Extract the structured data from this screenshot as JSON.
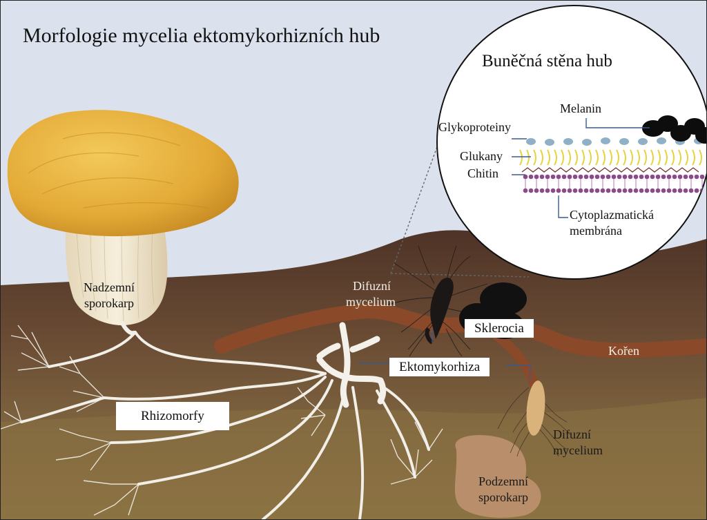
{
  "title": "Morfologie mycelia ektomykorhizních hub",
  "inset": {
    "title": "Buněčná stěna hub",
    "labels": {
      "melanin": "Melanin",
      "glycoproteins": "Glykoproteiny",
      "glucans": "Glukany",
      "chitin": "Chitin",
      "membrane_line1": "Cytoplazmatická",
      "membrane_line2": "membrána"
    }
  },
  "labels": {
    "aboveground_line1": "Nadzemní",
    "aboveground_line2": "sporokarp",
    "diffuse_top_line1": "Difuzní",
    "diffuse_top_line2": "mycelium",
    "sclerotia": "Sklerocia",
    "root": "Kořen",
    "ectomycorrhiza": "Ektomykorhiza",
    "rhizomorphs": "Rhizomorfy",
    "diffuse_bottom_line1": "Difuzní",
    "diffuse_bottom_line2": "mycelium",
    "underground_line1": "Podzemní",
    "underground_line2": "sporokarp"
  },
  "colors": {
    "sky": "#dde3ee",
    "soil_top": "#5a3d2e",
    "soil_mid": "#6e5238",
    "soil_bottom": "#8c7242",
    "cap": "#e9b43c",
    "stem": "#f2e8d3",
    "hyphae": "#f3f1ea",
    "glucans": "#e8d545",
    "glycoproteins": "#8fb0c7",
    "membrane": "#8b4a8a",
    "chitin": "#7a3030",
    "leader_line": "#3a5a8a"
  }
}
